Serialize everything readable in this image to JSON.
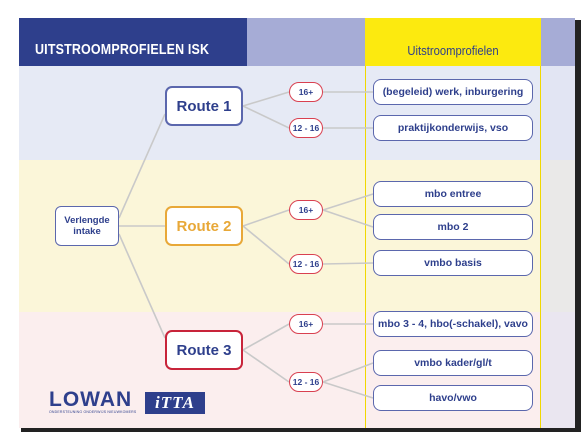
{
  "header": {
    "title": "UITSTROOMPROFIELEN ISK",
    "column_title": "Uitstroomprofielen"
  },
  "intake": "Verlengde intake",
  "routes": [
    {
      "label": "Route 1",
      "groups": [
        {
          "age": "16+",
          "outcomes": [
            "(begeleid) werk, inburgering"
          ]
        },
        {
          "age": "12 - 16",
          "outcomes": [
            "praktijkonderwijs, vso"
          ]
        }
      ]
    },
    {
      "label": "Route 2",
      "groups": [
        {
          "age": "16+",
          "outcomes": [
            "mbo entree",
            "mbo 2"
          ]
        },
        {
          "age": "12 - 16",
          "outcomes": [
            "vmbo basis"
          ]
        }
      ]
    },
    {
      "label": "Route 3",
      "groups": [
        {
          "age": "16+",
          "outcomes": [
            "mbo 3 - 4, hbo(-schakel), vavo"
          ]
        },
        {
          "age": "12 - 16",
          "outcomes": [
            "vmbo kader/gl/t",
            "havo/vwo"
          ]
        }
      ]
    }
  ],
  "logos": {
    "lowan": "LOWAN",
    "lowan_sub": "ONDERSTEUNING ONDERWIJS NIEUWKOMERS",
    "itta": "iTTA"
  },
  "colors": {
    "navy": "#2e3f8c",
    "yellow": "#fcea0f",
    "route2": "#e8a838",
    "route3_border": "#c8243a"
  }
}
